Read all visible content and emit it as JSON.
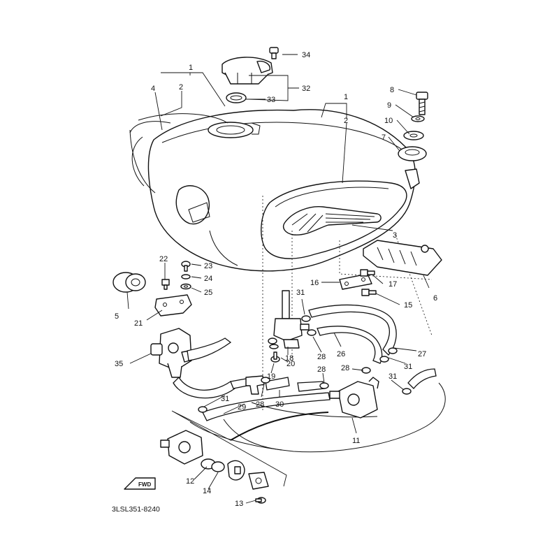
{
  "diagram": {
    "drawing_code": "3LSL351-8240",
    "direction_label": "FWD",
    "callouts": {
      "p1a": "1",
      "p1b": "1",
      "p2a": "2",
      "p2b": "2",
      "p3": "3",
      "p4": "4",
      "p5": "5",
      "p6": "6",
      "p7": "7",
      "p8": "8",
      "p9": "9",
      "p10": "10",
      "p11": "11",
      "p12": "12",
      "p13": "13",
      "p14": "14",
      "p15": "15",
      "p16": "16",
      "p17": "17",
      "p18": "18",
      "p19": "19",
      "p20": "20",
      "p21": "21",
      "p22": "22",
      "p23": "23",
      "p24": "24",
      "p25": "25",
      "p26": "26",
      "p27": "27",
      "p28a": "28",
      "p28b": "28",
      "p28c": "28",
      "p28d": "28",
      "p29": "29",
      "p30": "30",
      "p31a": "31",
      "p31b": "31",
      "p31c": "31",
      "p31d": "31",
      "p32": "32",
      "p33": "33",
      "p34": "34",
      "p35": "35"
    }
  }
}
